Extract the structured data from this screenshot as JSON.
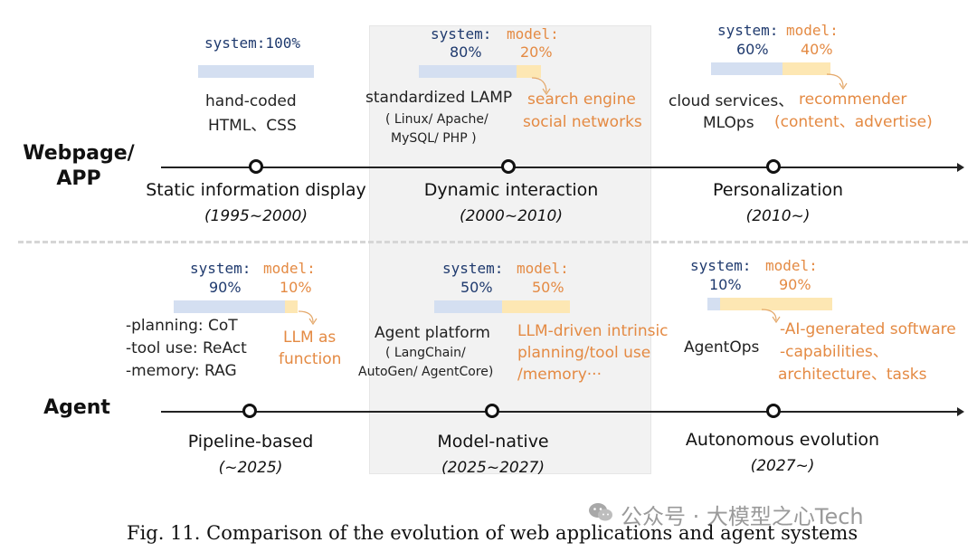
{
  "rows": {
    "web": {
      "title_line1": "Webpage/",
      "title_line2": "APP",
      "stages": [
        {
          "name": "Static information display",
          "period": "(1995~2000)",
          "system_label": "system:100%",
          "system_pct": 100,
          "model_pct": 0,
          "desc_lines": [
            "hand-coded",
            "HTML、CSS"
          ]
        },
        {
          "name": "Dynamic interaction",
          "period": "(2000~2010)",
          "system_label": "system:",
          "model_label": "model:",
          "system_pct_text": "80%",
          "model_pct_text": "20%",
          "system_pct": 80,
          "model_pct": 20,
          "desc_main": "standardized LAMP",
          "desc_sub_lines": [
            "( Linux/ Apache/",
            "MySQL/ PHP )"
          ],
          "model_desc_lines": [
            "search engine",
            "social networks"
          ]
        },
        {
          "name": "Personalization",
          "period": "(2010~)",
          "system_label": "system:",
          "model_label": "model:",
          "system_pct_text": "60%",
          "model_pct_text": "40%",
          "system_pct": 60,
          "model_pct": 40,
          "desc_lines": [
            "cloud services、",
            "MLOps"
          ],
          "model_desc_lines": [
            "recommender",
            "(content、advertise)"
          ]
        }
      ]
    },
    "agent": {
      "title": "Agent",
      "stages": [
        {
          "name": "Pipeline-based",
          "period": "(~2025)",
          "system_label": "system:",
          "model_label": "model:",
          "system_pct_text": "90%",
          "model_pct_text": "10%",
          "system_pct": 90,
          "model_pct": 10,
          "desc_lines": [
            "-planning: CoT",
            "-tool use: ReAct",
            "-memory: RAG"
          ],
          "model_desc_lines": [
            "LLM as",
            "function"
          ]
        },
        {
          "name": "Model-native",
          "period": "(2025~2027)",
          "system_label": "system:",
          "model_label": "model:",
          "system_pct_text": "50%",
          "model_pct_text": "50%",
          "system_pct": 50,
          "model_pct": 50,
          "desc_main": "Agent platform",
          "desc_sub_lines": [
            "( LangChain/",
            "AutoGen/ AgentCore)"
          ],
          "model_desc_lines": [
            "LLM-driven intrinsic",
            "planning/tool use",
            "/memory···"
          ]
        },
        {
          "name": "Autonomous evolution",
          "period": "(2027~)",
          "system_label": "system:",
          "model_label": "model:",
          "system_pct_text": "10%",
          "model_pct_text": "90%",
          "system_pct": 10,
          "model_pct": 90,
          "desc_lines": [
            "AgentOps"
          ],
          "model_desc_lines": [
            "-AI-generated software",
            "-capabilities、",
            "architecture、tasks"
          ]
        }
      ]
    }
  },
  "caption": "Fig. 11.  Comparison of the evolution of web applications and agent systems",
  "watermark": "公众号 · 大模型之心Tech",
  "colors": {
    "system_bar": "#d4dff1",
    "model_bar": "#fde7b3",
    "system_text": "#1f3a6e",
    "model_text": "#e48a43"
  }
}
